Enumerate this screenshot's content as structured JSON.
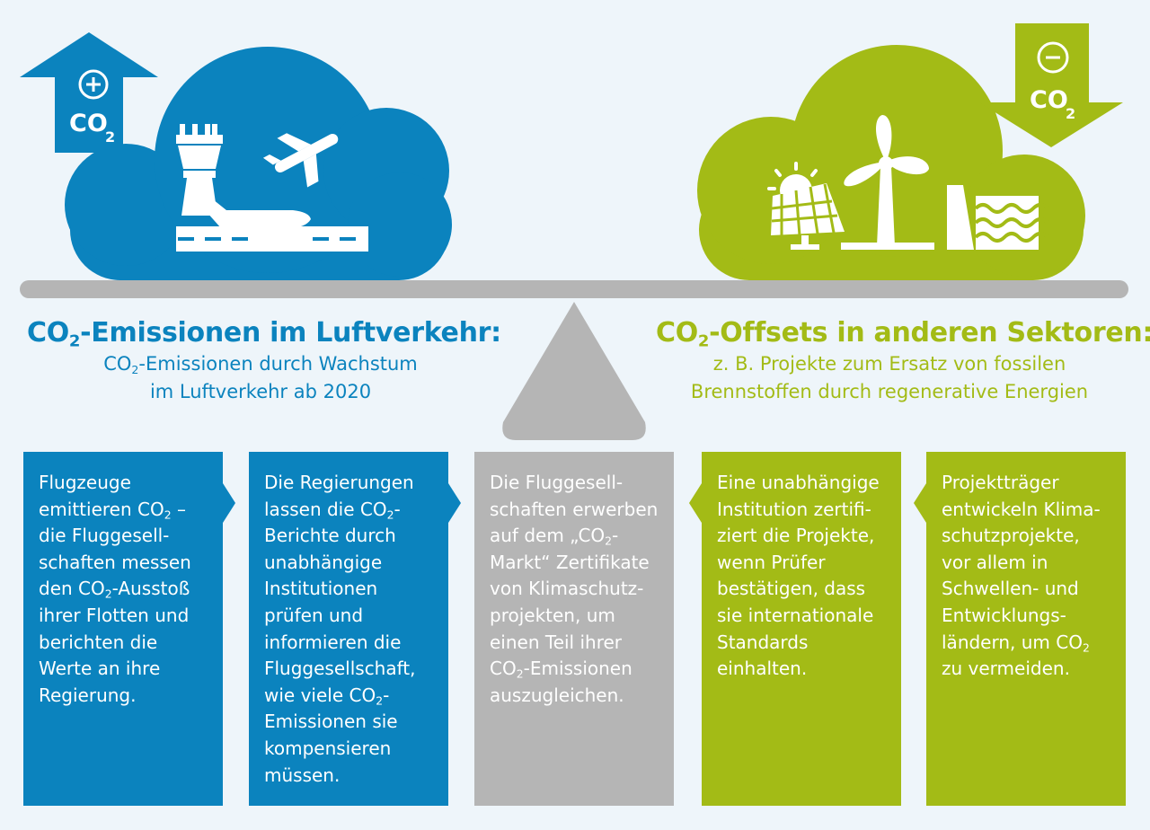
{
  "left": {
    "arrow_label": "CO",
    "arrow_sub": "2",
    "heading_title_pre": "CO",
    "heading_title_sub": "2",
    "heading_title_post": "-Emissionen im Luftverkehr:",
    "heading_sub1_pre": "CO",
    "heading_sub1_sub": "2",
    "heading_sub1_post": "-Emissionen durch Wachstum",
    "heading_sub2": "im Luftverkehr ab 2020"
  },
  "right": {
    "arrow_label": "CO",
    "arrow_sub": "2",
    "heading_title_pre": "CO",
    "heading_title_sub": "2",
    "heading_title_post": "-Offsets in anderen Sektoren:",
    "heading_sub1": "z. B. Projekte zum Ersatz von fossilen",
    "heading_sub2": "Brennstoffen durch regenerative Energien"
  },
  "boxes": {
    "b1": {
      "l1": "Flugzeuge",
      "l2_pre": "emittieren CO",
      "l2_sub": "2",
      "l2_post": " –",
      "l3": "die Fluggesell-",
      "l4": "schaften messen",
      "l5_pre": "den CO",
      "l5_sub": "2",
      "l5_post": "-Ausstoß",
      "l6": "ihrer Flotten und",
      "l7": "berichten die",
      "l8": "Werte an ihre",
      "l9": "Regierung."
    },
    "b2": {
      "l1": "Die Regierungen",
      "l2_pre": "lassen die CO",
      "l2_sub": "2",
      "l2_post": "-",
      "l3": "Berichte durch",
      "l4": "unabhängige",
      "l5": "Institutionen",
      "l6": "prüfen und",
      "l7": "informieren die",
      "l8": "Fluggesellschaft,",
      "l9_pre": "wie viele CO",
      "l9_sub": "2",
      "l9_post": "-",
      "l10": "Emissionen sie",
      "l11": "kompensieren",
      "l12": "müssen."
    },
    "b3": {
      "l1": "Die Fluggesell-",
      "l2": "schaften erwerben",
      "l3_pre": "auf dem „CO",
      "l3_sub": "2",
      "l3_post": "-",
      "l4": "Markt“ Zertifikate",
      "l5": "von Klimaschutz-",
      "l6": "projekten, um",
      "l7": "einen Teil ihrer",
      "l8_pre": "CO",
      "l8_sub": "2",
      "l8_post": "-Emissionen",
      "l9": "auszugleichen."
    },
    "b4": {
      "l1": "Eine unabhängige",
      "l2": "Institution zertifi-",
      "l3": "ziert die Projekte,",
      "l4": "wenn Prüfer",
      "l5": "bestätigen, dass",
      "l6": "sie internationale",
      "l7": "Standards",
      "l8": "einhalten."
    },
    "b5": {
      "l1": "Projektträger",
      "l2": "entwickeln Klima-",
      "l3": "schutzprojekte,",
      "l4": "vor allem in",
      "l5": "Schwellen- und",
      "l6": "Entwicklungs-",
      "l7_pre": "ländern, um CO",
      "l7_sub": "2",
      "l8": "zu vermeiden."
    }
  },
  "colors": {
    "blue": "#0b83be",
    "green": "#a3bb16",
    "grey": "#b5b5b5",
    "bg": "#eef5fa"
  },
  "icons": [
    "plus-circle-icon",
    "minus-circle-icon",
    "control-tower-icon",
    "airplane-icon",
    "solar-panel-icon",
    "wind-turbine-icon",
    "hydro-dam-icon"
  ]
}
